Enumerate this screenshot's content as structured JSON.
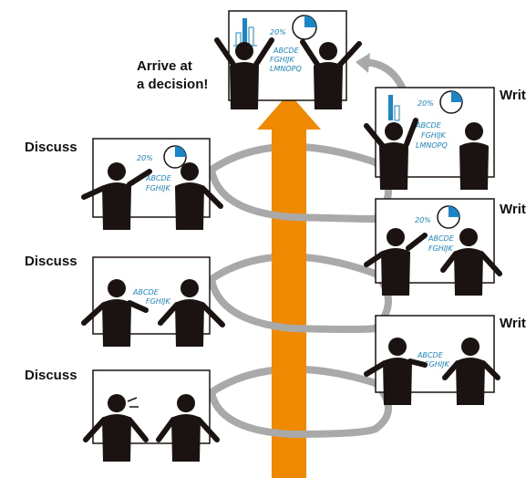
{
  "labels": {
    "discuss_1": "Discuss",
    "discuss_2": "Discuss",
    "discuss_3": "Discuss",
    "write_1": "Writ",
    "write_2": "Writ",
    "write_3": "Writ",
    "decision_line1": "Arrive at",
    "decision_line2": "a decision!"
  },
  "board_text": {
    "percent": "20%",
    "row1": "ABCDE",
    "row2": "FGHIJK",
    "row3": "LMNOPQ"
  },
  "colors": {
    "arrow": "#ef8a00",
    "loop": "#a9a9a9",
    "figure": "#1a1311",
    "marker": "#1a86c8"
  },
  "icons": [
    "up-arrow-icon",
    "spiral-loop-icon",
    "person-icon",
    "whiteboard-icon",
    "pie-chart-icon",
    "bar-chart-icon"
  ]
}
